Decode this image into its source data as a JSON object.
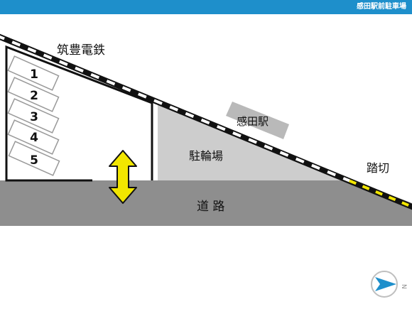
{
  "header": {
    "title": "感田駅前駐車場"
  },
  "map": {
    "railway_label": "筑豊電鉄",
    "station_label": "感田駅",
    "bicycle_parking_label": "駐輪場",
    "crossing_label": "踏切",
    "road_label": "道 路",
    "parking_slots": [
      "1",
      "2",
      "3",
      "4",
      "5"
    ],
    "compass_icon": "north-arrow-icon",
    "compass_letter": "N",
    "colors": {
      "header": "#1e8fcb",
      "road": "#8e8e8e",
      "bicycle_parking": "#cdcdcd",
      "station": "#b9b9b9",
      "crossing_stripe": "#f2e600",
      "entrance_arrow": "#f2e600",
      "compass_arrow": "#1e8fcb"
    }
  }
}
